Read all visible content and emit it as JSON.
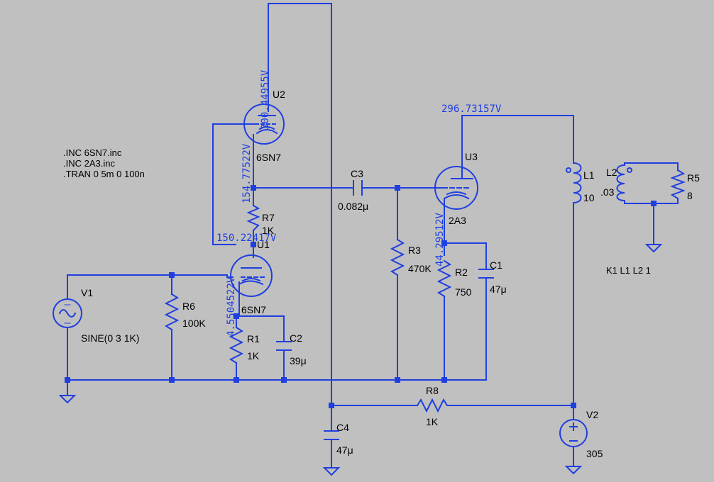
{
  "directives": [
    ".INC 6SN7.inc",
    ".INC 2A3.inc",
    ".TRAN 0 5m 0 100n"
  ],
  "coupling": "K1 L1 L2 1",
  "node_voltages": {
    "u2_plate": "300.44955V",
    "u2_cathode": "154.77522V",
    "u1_plate": "150.22417V",
    "u1_cathode": "4.5504522V",
    "u3_plate": "296.73157V",
    "u3_cathode": "44.29512V"
  },
  "tubes": {
    "u1": {
      "ref": "U1",
      "model": "6SN7"
    },
    "u2": {
      "ref": "U2",
      "model": "6SN7"
    },
    "u3": {
      "ref": "U3",
      "model": "2A3"
    }
  },
  "resistors": {
    "r1": {
      "ref": "R1",
      "value": "1K"
    },
    "r2": {
      "ref": "R2",
      "value": "750"
    },
    "r3": {
      "ref": "R3",
      "value": "470K"
    },
    "r5": {
      "ref": "R5",
      "value": "8"
    },
    "r6": {
      "ref": "R6",
      "value": "100K"
    },
    "r7": {
      "ref": "R7",
      "value": "1K"
    },
    "r8": {
      "ref": "R8",
      "value": "1K"
    }
  },
  "capacitors": {
    "c1": {
      "ref": "C1",
      "value": "47μ"
    },
    "c2": {
      "ref": "C2",
      "value": "39μ"
    },
    "c3": {
      "ref": "C3",
      "value": "0.082μ"
    },
    "c4": {
      "ref": "C4",
      "value": "47μ"
    }
  },
  "inductors": {
    "l1": {
      "ref": "L1",
      "value": "10"
    },
    "l2": {
      "ref": "L2",
      "value": ".03"
    }
  },
  "sources": {
    "v1": {
      "ref": "V1",
      "value": "SINE(0 3 1K)"
    },
    "v2": {
      "ref": "V2",
      "value": "305"
    }
  },
  "colors": {
    "background": "#c0c0c0",
    "wire": "#1f3fe0",
    "label": "#000000"
  }
}
